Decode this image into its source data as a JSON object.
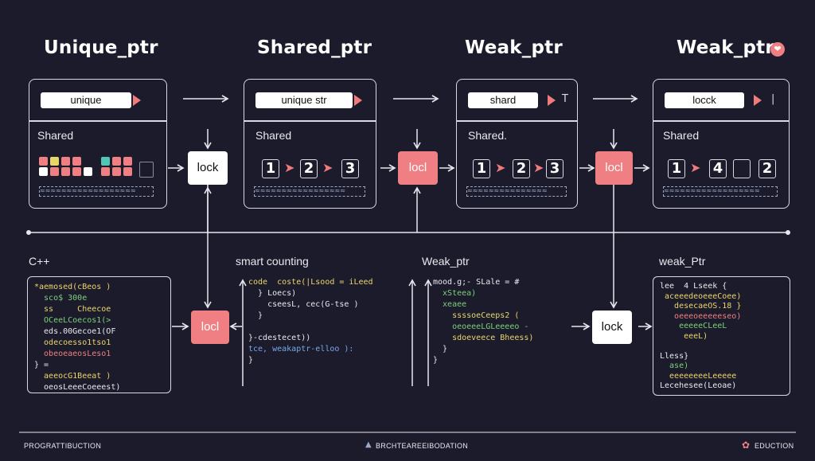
{
  "titles": [
    "Unique_ptr",
    "Shared_ptr",
    "Weak_ptr",
    "Weak_ptr"
  ],
  "cards": [
    {
      "pill": "unique",
      "label": "Shared"
    },
    {
      "pill": "unique  str",
      "label": "Shared",
      "numbers": [
        "1",
        "2",
        "3"
      ]
    },
    {
      "pill": "shard",
      "label": "Shared.",
      "numbers": [
        "1",
        "2",
        "3"
      ]
    },
    {
      "pill": "locck",
      "label": "Shared",
      "numbers": [
        "1",
        "4",
        "2"
      ]
    }
  ],
  "nodes": {
    "top1": "lock",
    "top2": "locl",
    "top3": "locl",
    "bottom1": "locl",
    "bottom2": "lock"
  },
  "sections": {
    "cpp": "C++",
    "smart": "smart counting",
    "weak": "Weak_ptr",
    "weakptr": "weak_Ptr"
  },
  "code": {
    "box1": [
      "*aemosed(cBeos )",
      "  sco$ 300e",
      "  ss     Cheecoe",
      "  OCeeLCoecos1(>",
      "  eds.00Gecoe1(OF",
      "  odecoesso1tso1",
      "  obeoeaeosLeso1",
      "} =",
      "  aeeocG1Beeat )",
      "  oeosLeeeCoeeest)"
    ],
    "box2": [
      "code  coste(|Lsood = iLeed",
      "  } Loecs)",
      "    cseesL, cec(G-tse )",
      "  }",
      "",
      "}-cdestecet))",
      "tce, weakaptr-elloo ):",
      "}"
    ],
    "box3": [
      "mood.g;- SLale = #",
      "  xSteea)",
      "  xeaee",
      "    ssssoeCeeps2 (",
      "    oeoeeeLGLeeeeo -",
      "    sdoeveece Bheess)",
      "  }",
      "}"
    ],
    "box4": [
      "lee  4 Lseek {",
      " aceeedeoeeeCoee)",
      "   desecaeOS.18 }",
      "   oeeeoeeeeeseo)",
      "    eeeeeCLeeL",
      "     eeeL)",
      "",
      "Lless}",
      "  ase)",
      "  eeeeeeeeLeeeee",
      "Lecehesee(Leoae)"
    ]
  },
  "footer": {
    "left": "PROGRATTIBUCTION",
    "center": "BRCHTEAREEIBODATION",
    "right": "EDUCTION"
  },
  "colors": {
    "background": "#1c1b2b",
    "accent": "#ef7f82",
    "border": "#d9d9e3"
  }
}
